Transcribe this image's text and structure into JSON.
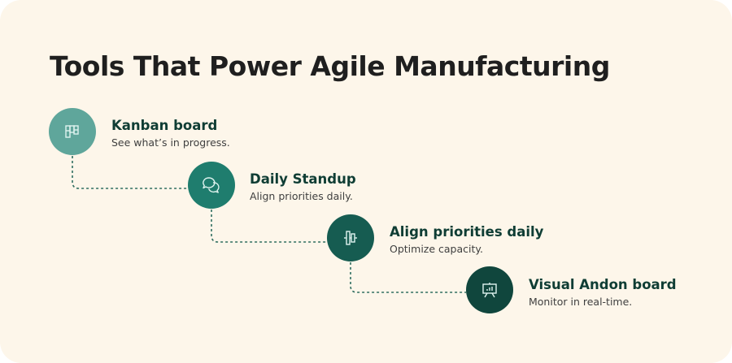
{
  "title": "Tools That Power Agile Manufacturing",
  "steps": [
    {
      "title": "Kanban board",
      "subtitle": "See what’s in progress.",
      "icon": "kanban-icon",
      "color": "#5fa69b"
    },
    {
      "title": "Daily Standup",
      "subtitle": "Align priorities daily.",
      "icon": "chat-bubbles-icon",
      "color": "#1f7d6e"
    },
    {
      "title": "Align priorities daily",
      "subtitle": "Optimize capacity.",
      "icon": "align-center-icon",
      "color": "#165c51"
    },
    {
      "title": "Visual Andon board",
      "subtitle": "Monitor in real-time.",
      "icon": "presentation-chart-icon",
      "color": "#10463d"
    }
  ],
  "colors": {
    "background": "#fdf6ea",
    "connector": "#2f6e60",
    "icon_stroke": "#dff3ef"
  }
}
